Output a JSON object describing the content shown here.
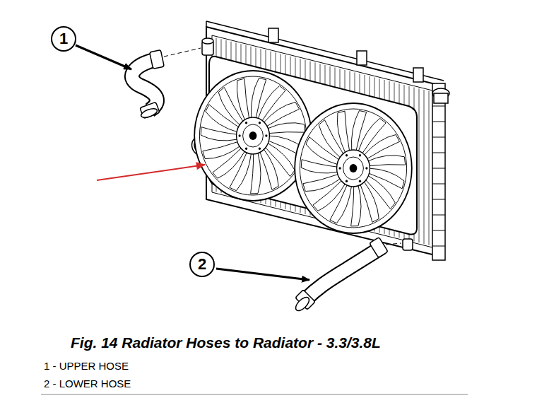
{
  "diagram": {
    "caption": "Fig. 14 Radiator Hoses to Radiator - 3.3/3.8L",
    "nodes": [
      {
        "text": [
          "1"
        ]
      },
      {
        "text": [
          "2"
        ]
      }
    ],
    "labels": [
      "1 - UPPER HOSE",
      "2 - LOWER HOSE"
    ]
  }
}
